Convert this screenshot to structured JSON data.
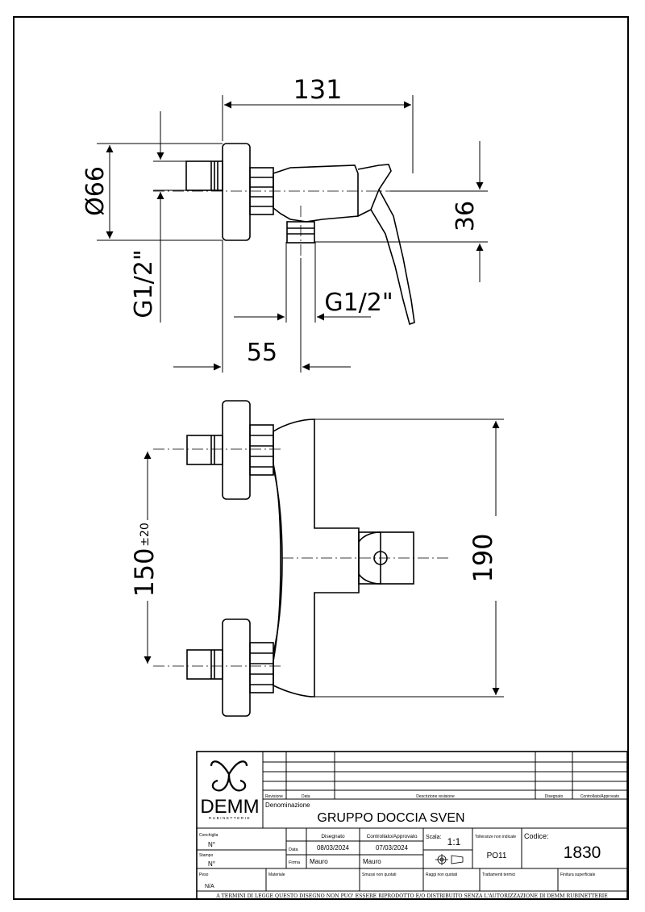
{
  "drawing": {
    "side_view": {
      "dim_width": "131",
      "dim_diameter": "Ø66",
      "dim_height": "36",
      "dim_thread_left": "G1/2\"",
      "dim_thread_outlet": "G1/2\"",
      "dim_offset": "55"
    },
    "front_view": {
      "dim_centers": "150",
      "dim_centers_tol": "±20",
      "dim_height": "190"
    }
  },
  "title_block": {
    "logo_text": "DEMM",
    "logo_sub": "RUBINETTERIE",
    "rev_headers": {
      "revisione": "Revisione",
      "data": "Data",
      "descrizione": "Descrizione revisione",
      "disegnato": "Disegnato",
      "controllato": "Controllato/Approvato"
    },
    "denominazione_label": "Denominazione",
    "denominazione": "GRUPPO DOCCIA SVEN",
    "conchiglia_label": "Conchiglia",
    "conchiglia_value": "N°",
    "stampo_label": "Stampo",
    "stampo_value": "N°",
    "disegnato_label": "Disegnato",
    "controllato_label": "Controllato/Approvato",
    "data_label": "Data",
    "data_disegnato": "08/03/2024",
    "data_controllato": "07/03/2024",
    "firma_label": "Firma",
    "firma_disegnato": "Mauro",
    "firma_controllato": "Mauro",
    "scala_label": "Scala:",
    "scala_value": "1:1",
    "tolleranze_label": "Tolleranze non indicate",
    "tolleranze_value": "PO11",
    "codice_label": "Codice:",
    "codice_value": "1830",
    "peso_label": "Peso",
    "peso_value": "N/A",
    "materiale_label": "Materiale",
    "smussi_label": "Smussi non quotati",
    "raggi_label": "Raggi non quotati",
    "trattamenti_label": "Trattamenti termici",
    "finitura_label": "Finitura superficiale",
    "footer": "A TERMINI DI LEGGE QUESTO DISEGNO NON PUO' ESSERE RIPRODOTTO E/O DISTRIBUITO SENZA L'AUTORIZZAZIONE DI DEMM RUBINETTERIE"
  }
}
